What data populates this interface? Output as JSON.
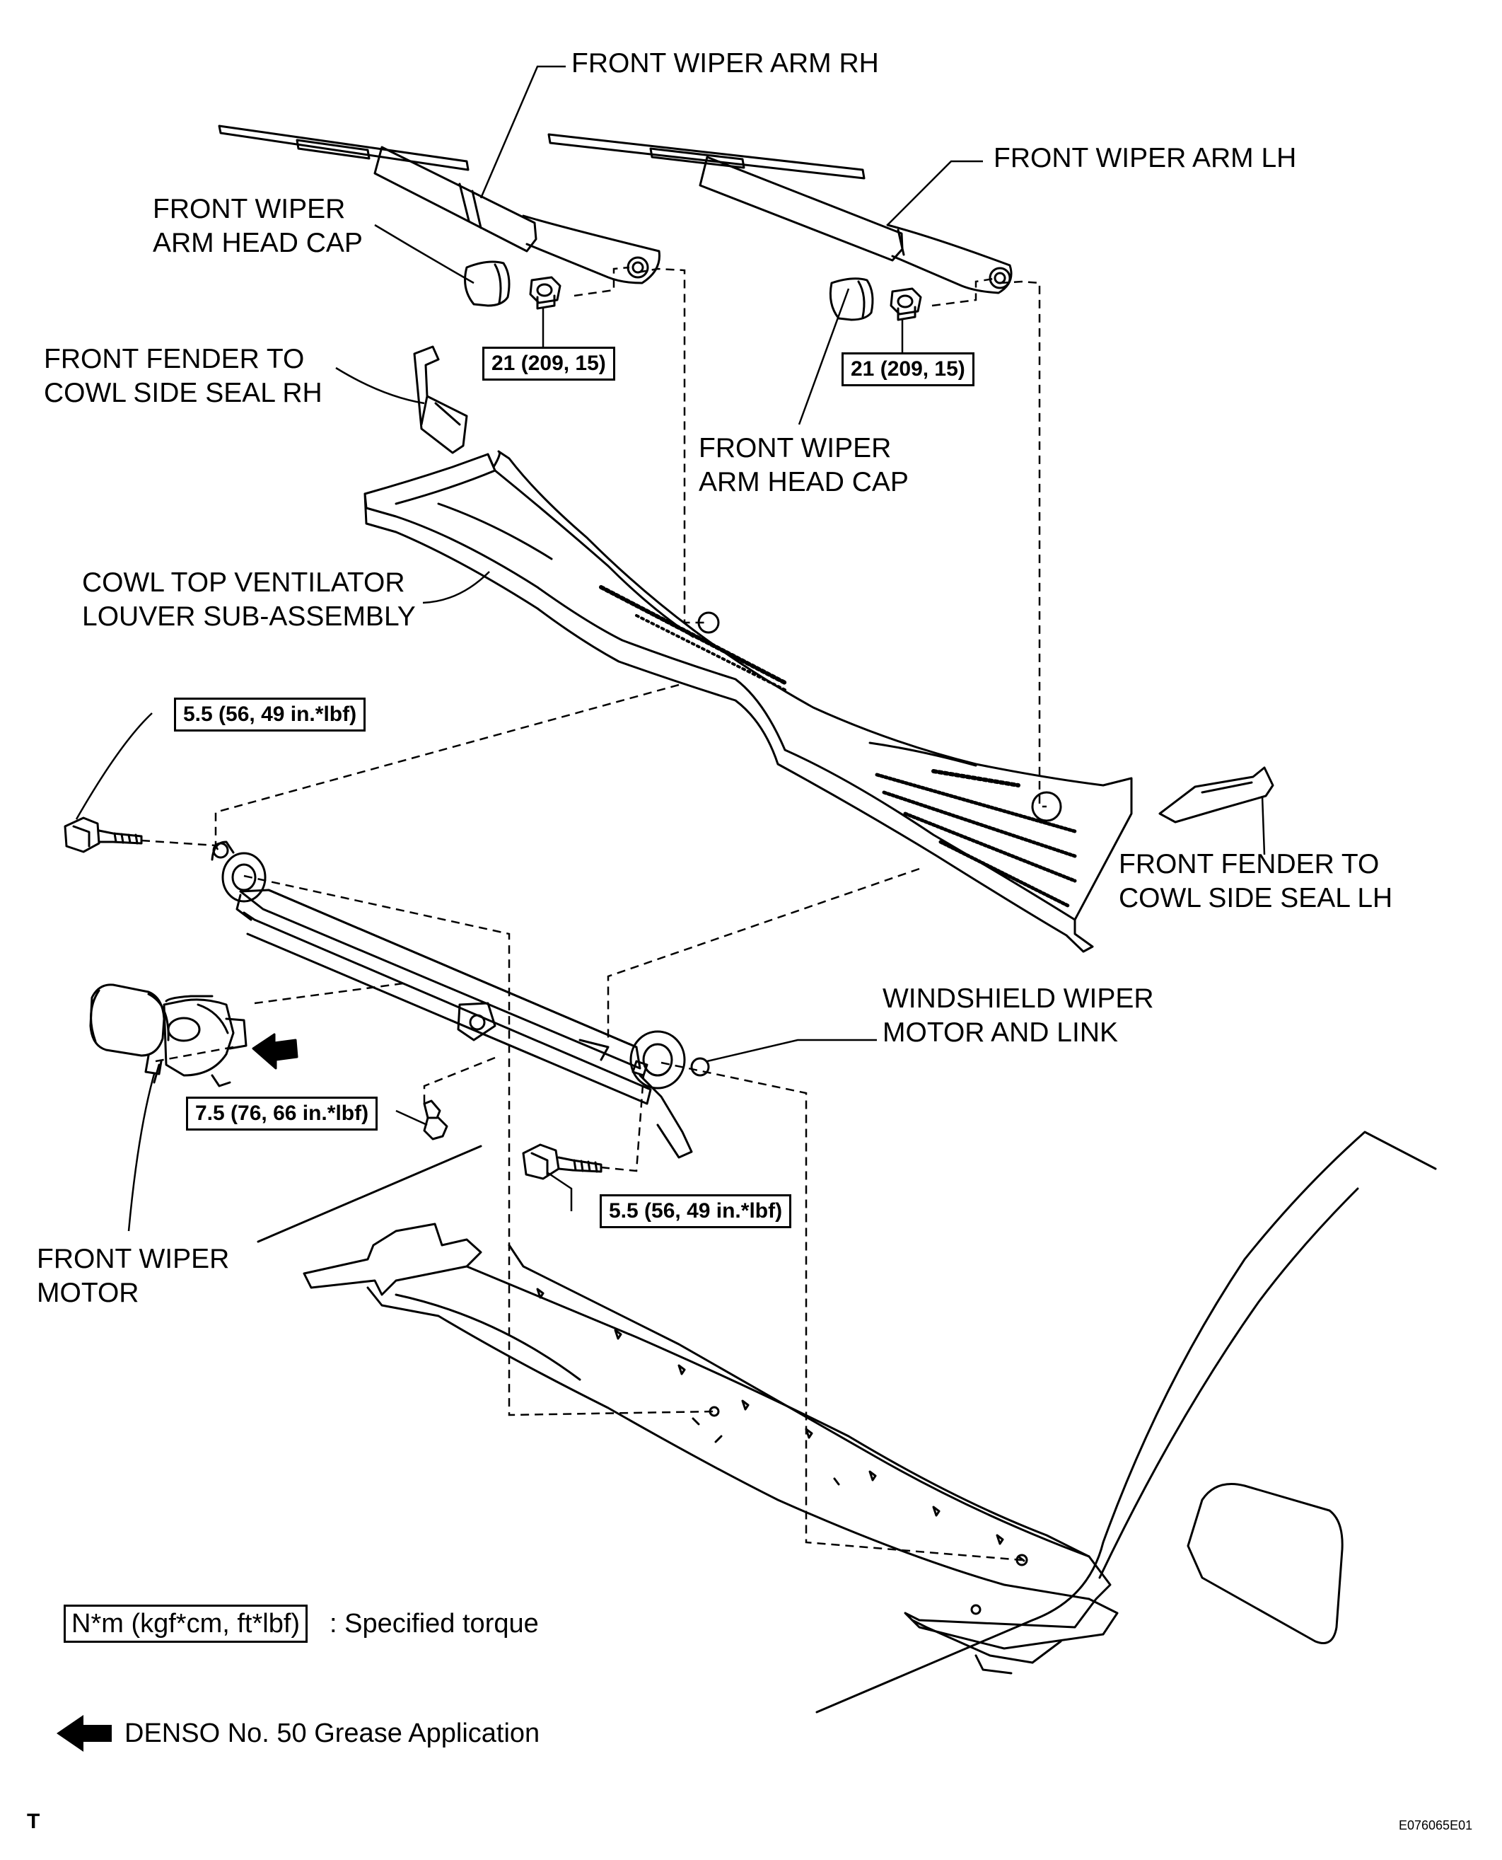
{
  "labels": {
    "front_wiper_arm_rh": "FRONT WIPER ARM RH",
    "front_wiper_arm_lh": "FRONT WIPER ARM LH",
    "head_cap_rh": [
      "FRONT WIPER",
      "ARM HEAD CAP"
    ],
    "head_cap_lh": [
      "FRONT WIPER",
      "ARM HEAD CAP"
    ],
    "seal_rh": [
      "FRONT FENDER TO",
      "COWL SIDE SEAL RH"
    ],
    "seal_lh": [
      "FRONT FENDER TO",
      "COWL SIDE SEAL LH"
    ],
    "louver": [
      "COWL TOP VENTILATOR",
      "LOUVER SUB-ASSEMBLY"
    ],
    "motor_link": [
      "WINDSHIELD WIPER",
      "MOTOR AND LINK"
    ],
    "front_wiper_motor": [
      "FRONT WIPER",
      "MOTOR"
    ]
  },
  "torques": {
    "nut_rh": "21 (209, 15)",
    "nut_lh": "21 (209, 15)",
    "bolt_left": "5.5 (56, 49 in.*lbf)",
    "bolt_motor": "7.5 (76, 66 in.*lbf)",
    "bolt_right": "5.5 (56, 49 in.*lbf)"
  },
  "legend": {
    "torque_box": "N*m (kgf*cm, ft*lbf)",
    "torque_text": ": Specified torque",
    "grease_text": "DENSO No. 50 Grease Application"
  },
  "footer": {
    "corner_code": "T",
    "image_id": "E076065E01"
  }
}
